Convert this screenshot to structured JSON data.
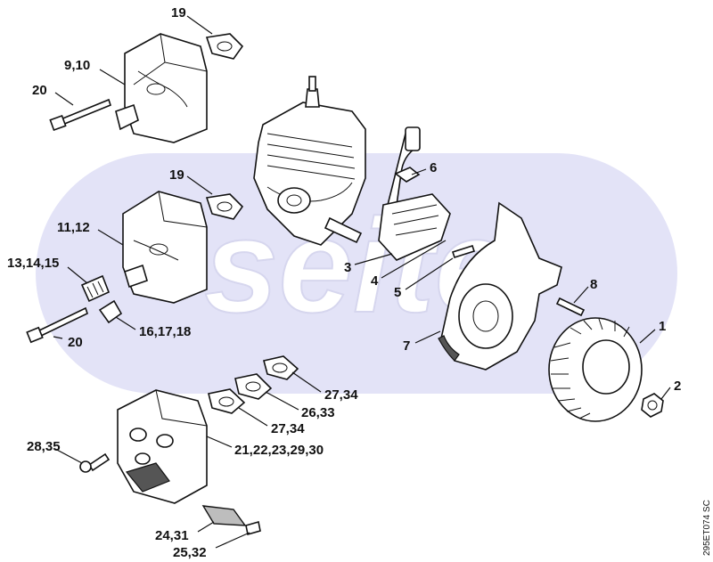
{
  "labels": {
    "p19a": "19",
    "p910": "9,10",
    "p20a": "20",
    "p19b": "19",
    "p1112": "11,12",
    "p131415": "13,14,15",
    "p20b": "20",
    "p161718": "16,17,18",
    "p6": "6",
    "p3": "3",
    "p4": "4",
    "p5": "5",
    "p7": "7",
    "p8": "8",
    "p1": "1",
    "p2": "2",
    "p2734a": "27,34",
    "p2633": "26,33",
    "p2734b": "27,34",
    "p2835": "28,35",
    "p2122": "21,22,23,29,30",
    "p2431": "24,31",
    "p2532": "25,32"
  },
  "drawing_code": "295ET074 SC",
  "watermark": "seite",
  "colors": {
    "watermark_fill": "#e3e3f7",
    "line": "#111111"
  }
}
